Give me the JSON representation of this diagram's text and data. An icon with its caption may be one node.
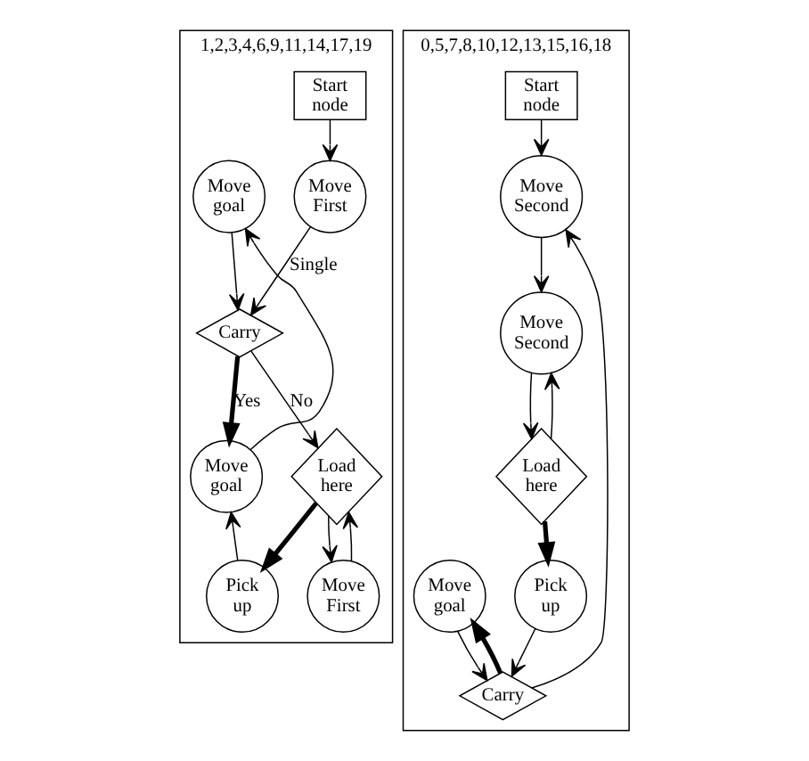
{
  "diagram": {
    "nodes": [
      {
        "text": [
          "1,2,3,4,6,9,11,14,17,19"
        ]
      },
      {
        "text": [
          "Start node"
        ],
        "in": 0
      },
      {
        "text": [
          "Move First"
        ],
        "in": 0
      },
      {
        "text": [
          "Move goal"
        ],
        "in": 0
      },
      {
        "text": [
          "Carry"
        ],
        "in": 0
      },
      {
        "text": [
          "Move goal"
        ],
        "in": 0
      },
      {
        "text": [
          "Load here"
        ],
        "in": 0
      },
      {
        "text": [
          "Pick up"
        ],
        "in": 0
      },
      {
        "text": [
          "Move First"
        ],
        "in": 0
      },
      {
        "text": [
          "0,5,7,8,10,12,13,15,16,18"
        ]
      },
      {
        "text": [
          "Start node"
        ],
        "in": 9
      },
      {
        "text": [
          "Move Second"
        ],
        "in": 9
      },
      {
        "text": [
          "Move goal"
        ],
        "in": 9
      },
      {
        "text": [
          "Move Second"
        ],
        "in": 9
      },
      {
        "text": [
          "Carry"
        ],
        "in": 9
      },
      {
        "text": [
          "Load here"
        ],
        "in": 9
      },
      {
        "text": [
          "Pick up"
        ],
        "in": 9
      }
    ],
    "edges": [
      {
        "from": 1,
        "to": 2,
        "arrow": "to"
      },
      {
        "from": 2,
        "to": 4,
        "arrow": "to",
        "label": "Single"
      },
      {
        "from": 3,
        "to": 4,
        "arrow": "to"
      },
      {
        "from": 4,
        "to": 5,
        "arrow": "to",
        "label": "Yes",
        "style": "thick"
      },
      {
        "from": 4,
        "to": 6,
        "arrow": "to",
        "label": "No"
      },
      {
        "from": 5,
        "to": 3,
        "arrow": "to"
      },
      {
        "from": 7,
        "to": 5,
        "arrow": "to"
      },
      {
        "from": 6,
        "to": 7,
        "arrow": "to",
        "style": "thick"
      },
      {
        "from": 8,
        "to": 6,
        "arrow": "to"
      },
      {
        "from": 6,
        "to": 8,
        "arrow": "to"
      },
      {
        "from": 10,
        "to": 11,
        "arrow": "to"
      },
      {
        "from": 11,
        "to": 13,
        "arrow": "to"
      },
      {
        "from": 13,
        "to": 15,
        "arrow": "to"
      },
      {
        "from": 15,
        "to": 13,
        "arrow": "to"
      },
      {
        "from": 15,
        "to": 16,
        "arrow": "to",
        "style": "thick"
      },
      {
        "from": 16,
        "to": 14,
        "arrow": "to"
      },
      {
        "from": 14,
        "to": 11,
        "arrow": "to"
      },
      {
        "from": 12,
        "to": 14,
        "arrow": "to"
      },
      {
        "from": 14,
        "to": 12,
        "arrow": "to",
        "style": "thick"
      }
    ]
  }
}
